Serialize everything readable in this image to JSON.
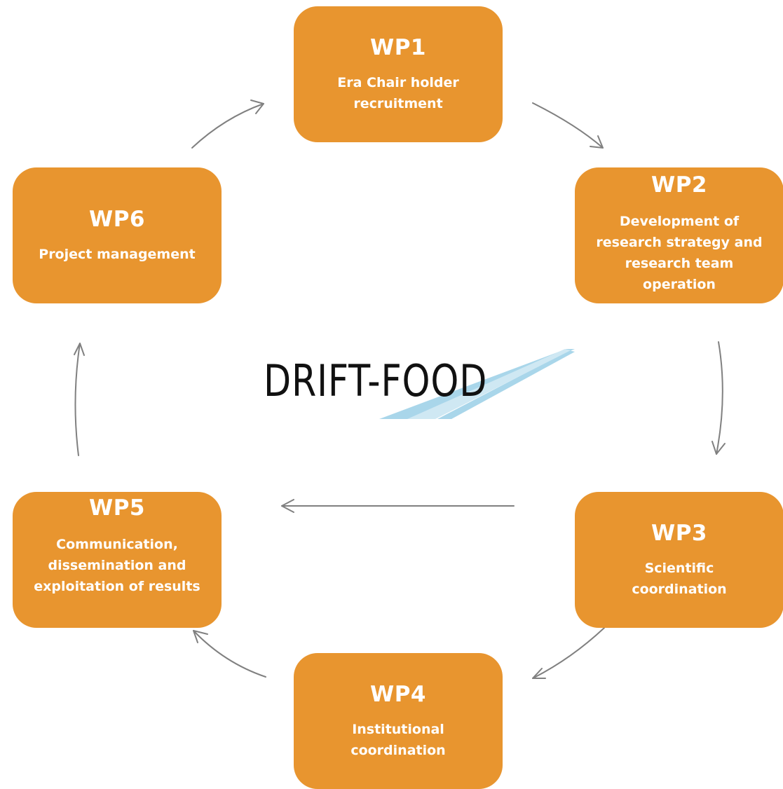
{
  "colors": {
    "box_fill": "#E8952F",
    "box_text": "#FFFFFF",
    "arrow": "#808080",
    "logo_text": "#111111",
    "logo_stripes": "#A9D6EA"
  },
  "logo": {
    "text": "DRIFT-FOOD"
  },
  "work_packages": [
    {
      "id": "WP1",
      "description": "Era Chair holder recruitment"
    },
    {
      "id": "WP2",
      "description": "Development of research strategy and research team operation"
    },
    {
      "id": "WP3",
      "description": "Scientific coordination"
    },
    {
      "id": "WP4",
      "description": "Institutional coordination"
    },
    {
      "id": "WP5",
      "description": "Communication, dissemination and exploitation of results"
    },
    {
      "id": "WP6",
      "description": "Project management"
    }
  ],
  "flow": [
    [
      "WP1",
      "WP2"
    ],
    [
      "WP2",
      "WP3"
    ],
    [
      "WP3",
      "WP4"
    ],
    [
      "WP4",
      "WP5"
    ],
    [
      "WP3",
      "WP5"
    ],
    [
      "WP5",
      "WP6"
    ],
    [
      "WP6",
      "WP1"
    ]
  ]
}
